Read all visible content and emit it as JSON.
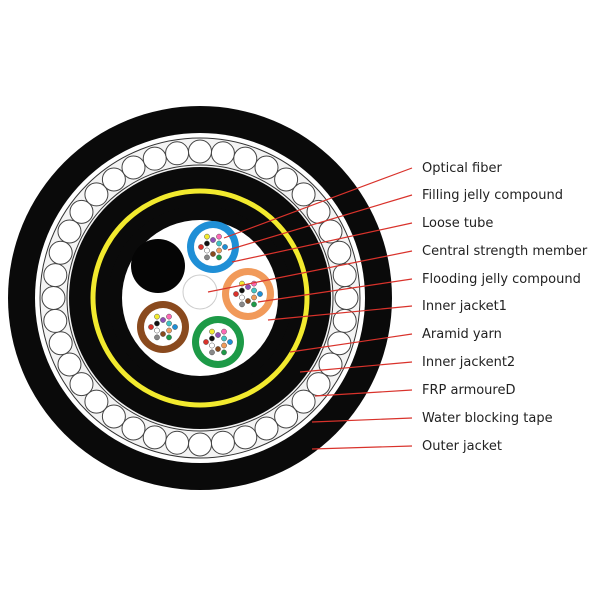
{
  "diagram": {
    "labels": [
      "Optical fiber",
      "Filling jelly compound",
      "Loose tube",
      "Central strength member",
      "Flooding jelly compound",
      "Inner jacket1",
      "Aramid yarn",
      "Inner jackent2",
      "FRP armoureD",
      "Water blocking tape",
      "Outer jacket"
    ],
    "colors": {
      "leader_line": "#d9322b",
      "jacket": "#0a0a0a",
      "aramid_ring": "#f2ea2e",
      "tube_blue": "#1f8fd6",
      "tube_orange": "#f19a5a",
      "tube_brown": "#8a4a1e",
      "tube_green": "#1d9a47"
    }
  }
}
